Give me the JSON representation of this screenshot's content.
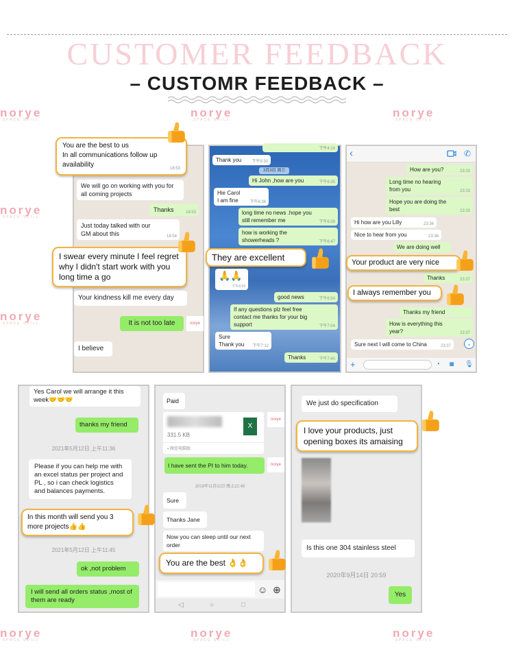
{
  "header": {
    "background_title": "CUSTOMER FEEDBACK",
    "title": "CUSTOMR FEEDBACK",
    "dash_left": "–",
    "dash_right": "–"
  },
  "watermark": {
    "logo": "norye",
    "sub": "SPACE SKILL"
  },
  "panel1": {
    "callout1": "You are the best to us\nIn all communications follow up\navailability",
    "callout1_time": "18:53",
    "m1": "We will go on working with you for all coming projects",
    "m2": "Thanks",
    "m2_time": "18:53",
    "m3": "Just today talked with our GM about this",
    "m3_time": "18:54",
    "callout2": "I swear every minute I feel regret why I didn't start work with you long time a go",
    "m4": "Your kindness kill me every day",
    "m5": "It is not too late",
    "m6": "I believe"
  },
  "panel2": {
    "top_time": "下午4:14",
    "m1": "Thank you",
    "m1_time": "下午9:30",
    "date": "3月3日 周三",
    "m2": "Hi John ,how are you",
    "m2_time": "下午6:35",
    "m3": "Hie Carol\nI am fine",
    "m3_time": "下午6:38",
    "m4": "long time no news .hope you still remember me",
    "m4_time": "下午6:39",
    "m5": "how is working the showerheads ?",
    "m5_time": "下午6:47",
    "callout": "They are excellent",
    "m6": "🙏🙏",
    "m6_time": "下午6:53",
    "m7": "good news",
    "m7_time": "下午6:54",
    "m8": "If any questions plz feel free contact me thanks for your big support",
    "m8_time": "下午7:04",
    "m9": "Sure\nThank you",
    "m9_time": "下午7:12",
    "m10": "Thanks",
    "m10_time": "下午7:40"
  },
  "panel3": {
    "m1": "How are you?",
    "m1_time": "23:33",
    "m2": "Long time no hearing from you",
    "m2_time": "23:33",
    "m3": "Hope you are doing the best",
    "m3_time": "23:33",
    "m4": "Hi how are you Lilly",
    "m4_time": "23:36",
    "m5": "Nice to hear from you",
    "m5_time": "23:36",
    "m6": "We are doing well",
    "callout1": "Your product are very nice",
    "m7": "Thanks",
    "m7_time": "23:37",
    "callout2": "I always remember you",
    "m8": "Thanks my friend",
    "m9": "How is everything this year?",
    "m9_time": "23:37",
    "m10": "Sure next I will come to China",
    "m10_time": "23:37"
  },
  "panel4": {
    "m1": "Yes Carol we will arrange it this week🤝🤝🤝",
    "m2": "thanks my friend",
    "stamp1": "2021年5月12日 上午11:36",
    "m3": "Please if you can help me with an excel status per project and PL , so i can check logistics and balances payments.",
    "callout": "In this month will send you 3 more projects👍👍",
    "stamp2": "2021年5月12日 上午11:45",
    "m4": "ok ,not problem",
    "m5": "I will send all orders status ,most of them are ready"
  },
  "panel5": {
    "m1": "Paid",
    "file_size": "331.5 KB",
    "file_source": "微信电脑版",
    "file_icon": "X",
    "m2": "I have sent the PI to him today.",
    "stamp": "2018年11月11日 晚上22:48",
    "m3": "Sure",
    "m4": "Thanks Jane",
    "m5": "Now you can sleep until our next order",
    "callout": "You are the best 👌👌"
  },
  "panel6": {
    "m1": "We just do specification",
    "callout": "I love your products, just opening boxes its amaising",
    "m2": "Is this one 304 stainless steel",
    "stamp": "2020年9月14日 20:59",
    "m3": "Yes"
  },
  "colors": {
    "accent": "#f2b33d",
    "pink": "#f7cfd6",
    "green": "#dcf8c6",
    "wechat_green": "#95ec69"
  }
}
